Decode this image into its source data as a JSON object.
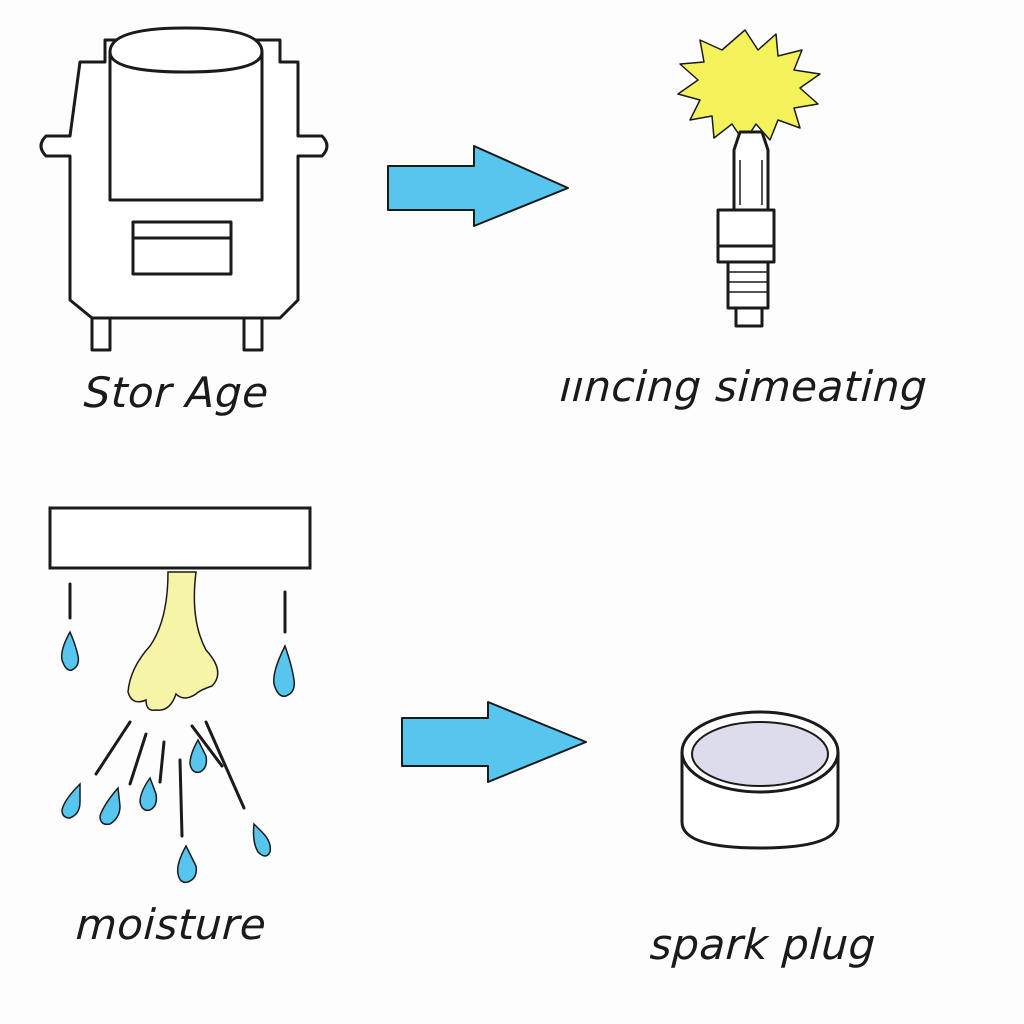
{
  "labels": {
    "storage": "Stor Age",
    "incing": "ııncing simeating",
    "moisture": "moisture",
    "spark": "spark plug"
  },
  "colors": {
    "arrow": "#57c6ef",
    "spark_burst": "#f4f25a",
    "droplet": "#57c6ef",
    "splash": "#f6f4a6",
    "cup_inner": "#dcdcec",
    "outline": "#1a1a1a"
  },
  "icons": [
    "fuel-tank-icon",
    "arrow-right-icon",
    "spark-plug-icon",
    "spark-burst-icon",
    "dripping-shelf-icon",
    "water-droplet-icon",
    "cup-icon"
  ]
}
